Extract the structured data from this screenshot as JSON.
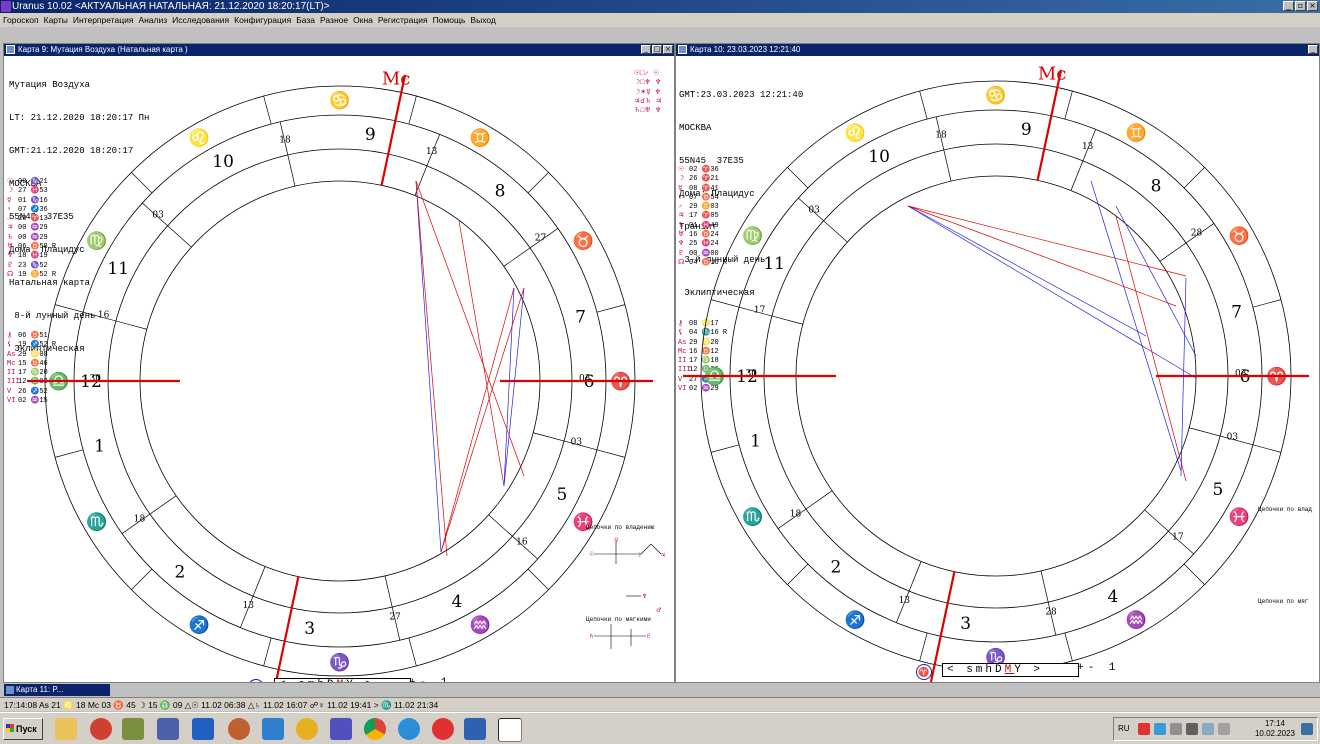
{
  "app": {
    "title": "Uranus 10.02  <АКТУАЛЬНАЯ НАТАЛЬНАЯ: 21.12.2020 18:20:17(LT)>",
    "window_buttons": [
      "_",
      "▫",
      "×"
    ]
  },
  "menu": [
    "Гороскоп",
    "Карты",
    "Интерпретация",
    "Анализ",
    "Исследования",
    "Конфигурация",
    "База",
    "Разное",
    "Окна",
    "Регистрация",
    "Помощь",
    "Выход"
  ],
  "chart1": {
    "window_title": "Карта 9: Мутация Воздуха     (Натальная карта )",
    "info_lines": [
      "Мутация Воздуха",
      "LT: 21.12.2020 18:20:17 Пн",
      "GMT:21.12.2020 18:20:17",
      "МОСКВА",
      "55N45  37E35",
      "Дома: Плацидус",
      "Натальная карта",
      " 8-й лунный день",
      " Эклиптическая"
    ],
    "planets": [
      {
        "g": "☉",
        "t": "00 ♑21"
      },
      {
        "g": "☽",
        "t": "27 ♓53"
      },
      {
        "g": "☿",
        "t": "01 ♑16"
      },
      {
        "g": "♀",
        "t": "07 ♐36"
      },
      {
        "g": "♂",
        "t": "23 ♈13"
      },
      {
        "g": "♃",
        "t": "00 ♒29"
      },
      {
        "g": "♄",
        "t": "00 ♒29"
      },
      {
        "g": "♅",
        "t": "06 ♉58 R"
      },
      {
        "g": "♆",
        "t": "18 ♓19"
      },
      {
        "g": "♇",
        "t": "23 ♑52"
      },
      {
        "g": "☊",
        "t": "19 ♊52 R"
      }
    ],
    "points": [
      {
        "g": "⚷",
        "t": "06 ♉51"
      },
      {
        "g": "⚸",
        "t": "19 ♐52 R"
      },
      {
        "g": "As",
        "t": "29 ♌08"
      },
      {
        "g": "Mc",
        "t": "15 ♉46"
      },
      {
        "g": "II",
        "t": "17 ♍20"
      },
      {
        "g": "III",
        "t": "12 ♎03"
      },
      {
        "g": "V",
        "t": "26 ♐52"
      },
      {
        "g": "VI",
        "t": "02 ♒15"
      }
    ],
    "house_cusp_degrees": [
      "30",
      "18",
      "13",
      "27",
      "16",
      "03",
      "03",
      "27",
      "13",
      "18",
      "03",
      "16"
    ],
    "house_numbers": [
      "1",
      "2",
      "3",
      "4",
      "5",
      "6",
      "7",
      "8",
      "9",
      "10",
      "11",
      "12"
    ],
    "aspect_symbols": [
      "☉□♂ ☉",
      "☽□♆ ♆",
      "☽✶☿ ♆",
      "♃☌♄ ♃",
      "♄□♅ ♆"
    ],
    "chains_title_1": "Цепочки по владению",
    "chains_title_2": "Цепочки по мягкими"
  },
  "chart2": {
    "window_title": "Карта 10: 23.03.2023 12:21:40",
    "info_lines": [
      "GMT:23.03.2023 12:21:40",
      "МОСКВА",
      "55N45  37E35",
      "Дома: Плацидус",
      "Транзит",
      " 3-й лунный день",
      " Эклиптическая"
    ],
    "planets": [
      {
        "g": "☉",
        "t": "02 ♈36"
      },
      {
        "g": "☽",
        "t": "26 ♈21"
      },
      {
        "g": "☿",
        "t": "08 ♈41"
      },
      {
        "g": "♀",
        "t": "07 ♉54"
      },
      {
        "g": "♂",
        "t": "29 ♊03"
      },
      {
        "g": "♃",
        "t": "17 ♈05"
      },
      {
        "g": "♄",
        "t": "01 ♓49"
      },
      {
        "g": "♅",
        "t": "16 ♉24"
      },
      {
        "g": "♆",
        "t": "25 ♓24"
      },
      {
        "g": "♇",
        "t": "00 ♒00"
      },
      {
        "g": "☊",
        "t": "04 ♉16 R"
      }
    ],
    "points": [
      {
        "g": "⚷",
        "t": "08 ♌17"
      },
      {
        "g": "⚸",
        "t": "04 ♏16 R"
      },
      {
        "g": "As",
        "t": "29 ♌20"
      },
      {
        "g": "Mc",
        "t": "16 ♉12"
      },
      {
        "g": "II",
        "t": "17 ♍18"
      },
      {
        "g": "III",
        "t": "12 ♎36"
      },
      {
        "g": "V",
        "t": "27 ♐09"
      },
      {
        "g": "VI",
        "t": "02 ♒29"
      }
    ],
    "house_cusp_degrees": [
      "30",
      "18",
      "13",
      "28",
      "17",
      "03",
      "03",
      "28",
      "13",
      "18",
      "03",
      "17"
    ],
    "chains_title_1": "Цепочки по влад",
    "chains_title_2": "Цепочки по мяг"
  },
  "navbar": {
    "label": "< smhD",
    "m": "M",
    "y": "Y >",
    "plus": "+-  1"
  },
  "minimized_window": "Карта 11: P...",
  "statusbar": "17:14:08  As 21 ♌ 18   Mc 03 ♉ 45    ☽ 15 ♎ 09    △☉ 11.02 06:38  △♄ 11.02 16:07  ☍♆ 11.02 19:41  > ♏ 11.02 21:34",
  "taskbar": {
    "start": "Пуск",
    "lang": "RU",
    "time": "17:14",
    "date": "10.02.2023"
  },
  "colors": {
    "title": "#0a246a",
    "red": "#e00000",
    "blue": "#2020e0",
    "magenta": "#c8005a"
  }
}
